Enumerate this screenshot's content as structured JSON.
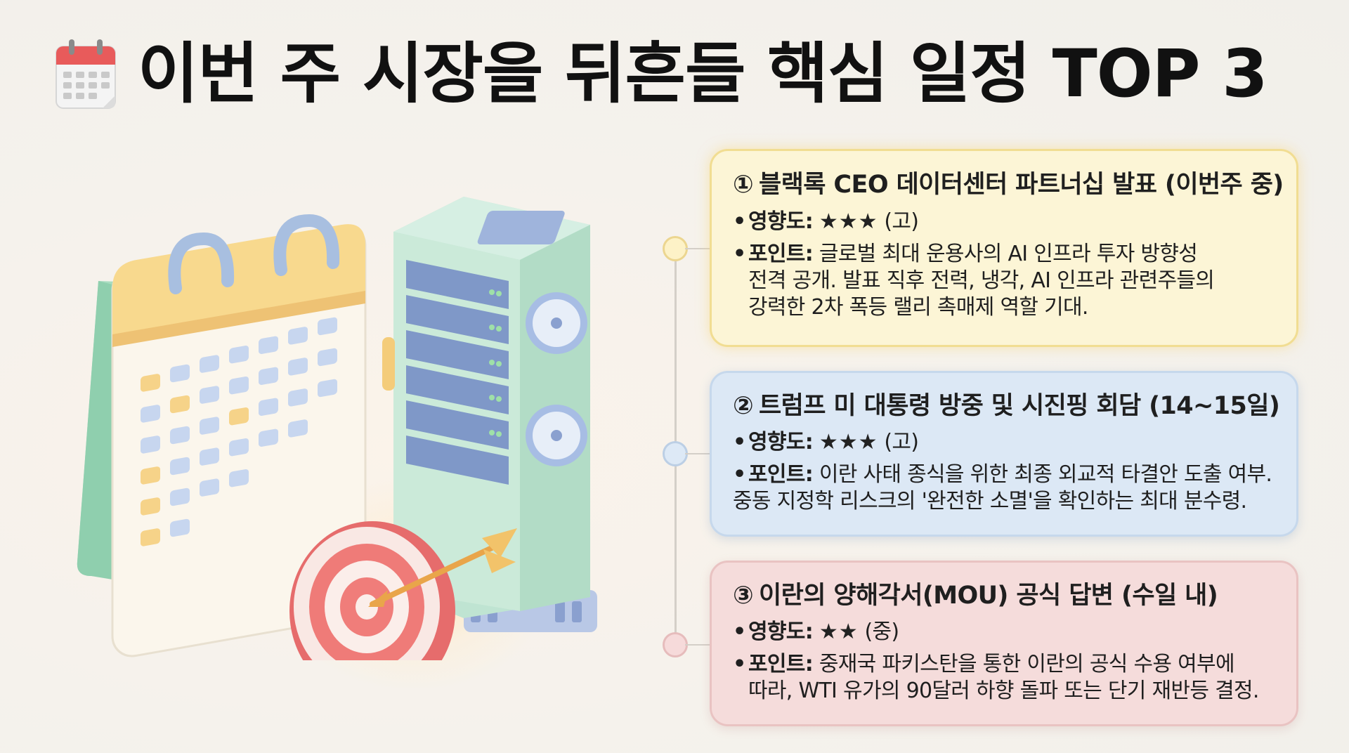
{
  "header": {
    "title": "이번 주 시장을 뒤흔들 핵심 일정 TOP 3",
    "icon": "calendar-icon"
  },
  "cards": [
    {
      "number": "①",
      "title": "블랙록 CEO 데이터센터 파트너십 발표 (이번주 중)",
      "title_icon": "dart-target-icon",
      "impact_label": "영향도:",
      "impact_stars": "★★★",
      "impact_level": "(고)",
      "point_label": "포인트:",
      "point_lines": [
        "글로벌 최대 운용사의 AI 인프라 투자 방향성",
        "전격 공개. 발표 직후 전력, 냉각, AI 인프라 관련주들의",
        "강력한 2차 폭등 랠리 촉매제 역할 기대."
      ],
      "color": "#fcf5d6"
    },
    {
      "number": "②",
      "title": "트럼프 미 대통령 방중 및 시진핑 회담 (14~15일)",
      "impact_label": "영향도:",
      "impact_stars": "★★★",
      "impact_level": "(고)",
      "point_label": "포인트:",
      "point_lines": [
        "이란 사태 종식을 위한 최종 외교적 타결안 도출 여부.",
        "중동 지정학 리스크의 '완전한 소멸'을 확인하는 최대 분수령."
      ],
      "color": "#dce8f5"
    },
    {
      "number": "③",
      "title": "이란의 양해각서(MOU) 공식 답변 (수일 내)",
      "impact_label": "영향도:",
      "impact_stars": "★★",
      "impact_level": "(중)",
      "point_label": "포인트:",
      "point_lines": [
        "중재국 파키스탄을 통한 이란의 공식 수용 여부에",
        "따라, WTI 유가의 90달러 하향 돌파 또는 단기 재반등 결정."
      ],
      "color": "#f5dcdb"
    }
  ],
  "illustration": {
    "icons": [
      "desk-calendar-icon",
      "server-rack-icon",
      "target-icon",
      "arrow-icon"
    ]
  }
}
